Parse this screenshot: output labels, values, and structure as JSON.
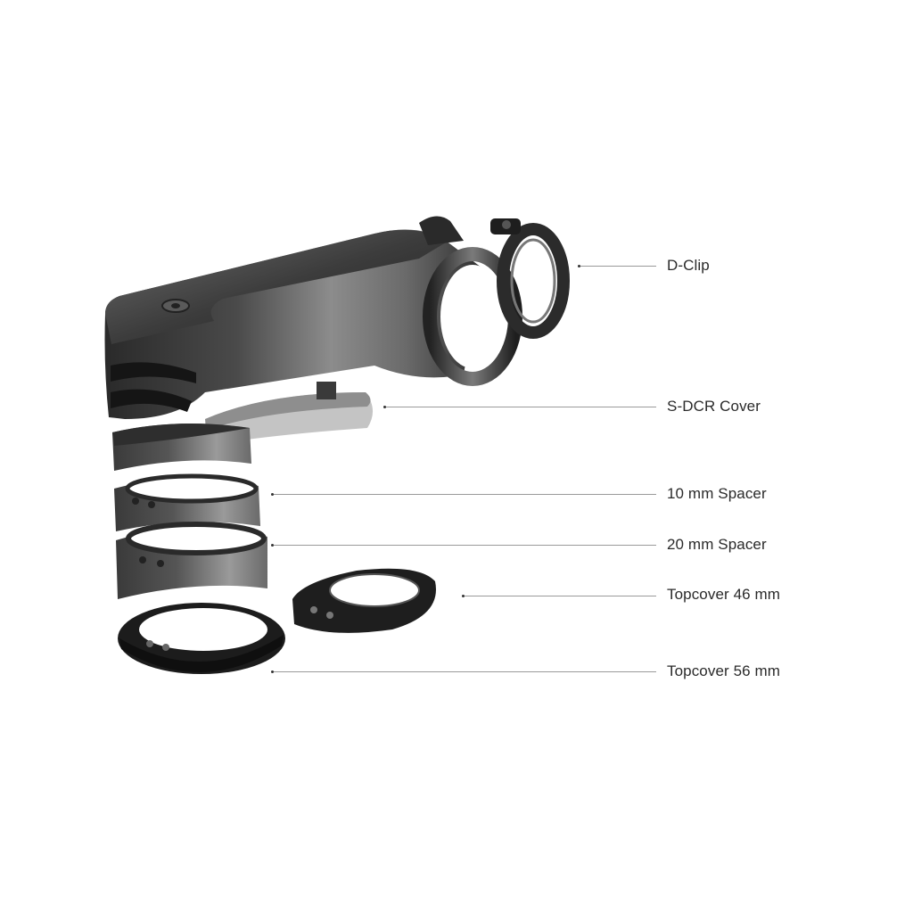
{
  "diagram": {
    "labels": {
      "d_clip": "D-Clip",
      "s_dcr_cover": "S-DCR Cover",
      "spacer_10": "10 mm Spacer",
      "spacer_20": "20 mm Spacer",
      "topcover_46": "Topcover 46 mm",
      "topcover_56": "Topcover 56 mm"
    },
    "colors": {
      "text": "#2a2a2a",
      "leader": "#9a9a9a",
      "part_dark": "#1c1c1c",
      "part_mid": "#5a5a5a",
      "part_light": "#a8a8a8"
    }
  }
}
